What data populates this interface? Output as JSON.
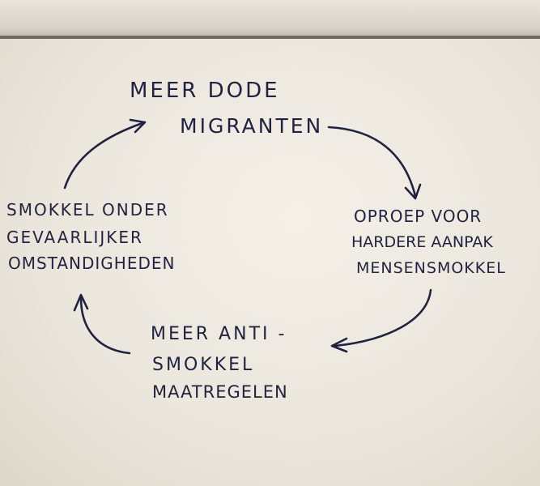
{
  "diagram": {
    "nodes": [
      {
        "id": "meer-dode",
        "lines": [
          "MEER   DODE",
          "MIGRANTEN"
        ]
      },
      {
        "id": "oproep",
        "lines": [
          "OPROEP VOOR",
          "HARDERE AANPAK",
          "MENSENSMOKKEL"
        ]
      },
      {
        "id": "maatregelen",
        "lines": [
          "MEER ANTI -",
          "SMOKKEL",
          "MAATREGELEN"
        ]
      },
      {
        "id": "smokkel",
        "lines": [
          "SMOKKEL ONDER",
          "GEVAARLIJKER",
          "OMSTANDIGHEDEN"
        ]
      }
    ],
    "edges": [
      {
        "from": "meer-dode",
        "to": "oproep"
      },
      {
        "from": "oproep",
        "to": "maatregelen"
      },
      {
        "from": "maatregelen",
        "to": "smokkel"
      },
      {
        "from": "smokkel",
        "to": "meer-dode"
      }
    ],
    "ink_color": "#1f2240",
    "paper_color": "#efeae1"
  }
}
